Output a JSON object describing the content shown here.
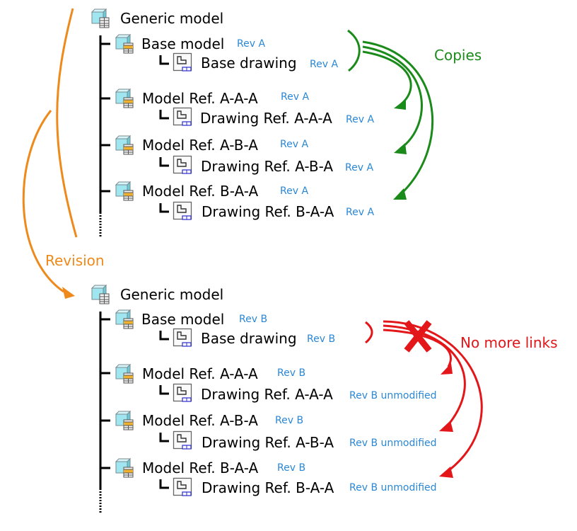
{
  "colors": {
    "text": "#000000",
    "revision_tag": "#2a87d6",
    "copies": "#1a8a1a",
    "revision": "#ee8a1c",
    "no_links": "#e3161a"
  },
  "trees": [
    {
      "root": {
        "label": "Generic model",
        "icon": "generic-model-icon"
      },
      "children": [
        {
          "model": "Base model",
          "model_rev": "Rev A",
          "drawing": "Base drawing",
          "drawing_rev": "Rev A"
        },
        {
          "model": "Model Ref. A-A-A",
          "model_rev": "Rev A",
          "drawing": "Drawing Ref. A-A-A",
          "drawing_rev": "Rev A"
        },
        {
          "model": "Model Ref. A-B-A",
          "model_rev": "Rev A",
          "drawing": "Drawing Ref. A-B-A",
          "drawing_rev": "Rev A"
        },
        {
          "model": "Model Ref. B-A-A",
          "model_rev": "Rev A",
          "drawing": "Drawing Ref. B-A-A",
          "drawing_rev": "Rev A"
        }
      ]
    },
    {
      "root": {
        "label": "Generic model",
        "icon": "generic-model-icon"
      },
      "children": [
        {
          "model": "Base model",
          "model_rev": "Rev B",
          "drawing": "Base drawing",
          "drawing_rev": "Rev B"
        },
        {
          "model": "Model Ref. A-A-A",
          "model_rev": "Rev B",
          "drawing": "Drawing Ref. A-A-A",
          "drawing_rev": "Rev B unmodified"
        },
        {
          "model": "Model Ref. A-B-A",
          "model_rev": "Rev B",
          "drawing": "Drawing Ref. A-B-A",
          "drawing_rev": "Rev B unmodified"
        },
        {
          "model": "Model Ref. B-A-A",
          "model_rev": "Rev B",
          "drawing": "Drawing Ref. B-A-A",
          "drawing_rev": "Rev B unmodified"
        }
      ]
    }
  ],
  "annotations": {
    "copies": "Copies",
    "revision": "Revision",
    "no_links": "No more links"
  }
}
